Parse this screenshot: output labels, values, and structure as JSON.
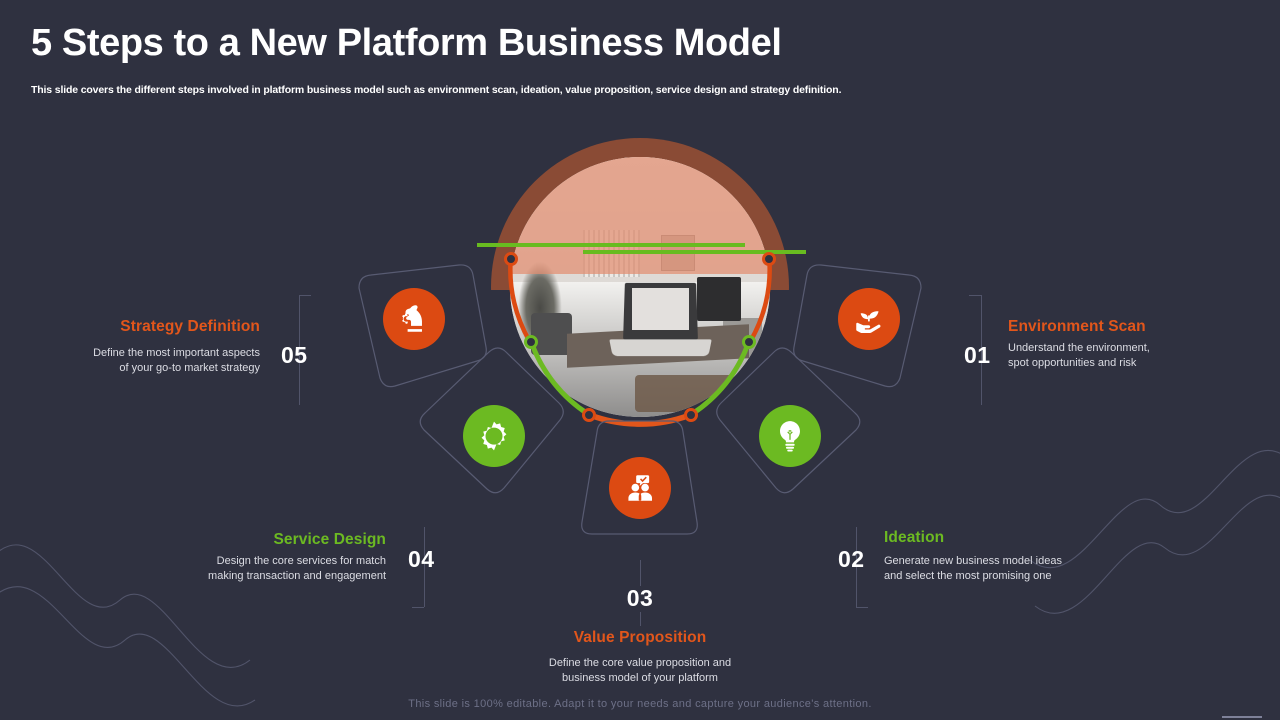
{
  "slide": {
    "title": "5 Steps to a New Platform Business Model",
    "subtitle": "This slide covers the different steps involved in platform business model such as environment scan, ideation, value proposition, service design and strategy definition.",
    "footer": "This slide is 100% editable. Adapt it to your needs and capture your audience's attention."
  },
  "colors": {
    "background": "#2f3140",
    "orange": "#dc4a12",
    "orange_text": "#e2561b",
    "green": "#6cba22",
    "green_line": "#68bb20",
    "ring_back": "#8a4b35",
    "body_text": "#dcdde4",
    "footer_text": "#6d7087",
    "petal_outline": "#585b72"
  },
  "steps": [
    {
      "number": "01",
      "title": "Environment Scan",
      "description": "Understand the environment, spot opportunities and risk",
      "accent": "orange",
      "icon": "hand-holding-plant-icon"
    },
    {
      "number": "02",
      "title": "Ideation",
      "description": "Generate new business model ideas and select the most promising one",
      "accent": "green",
      "icon": "lightbulb-icon"
    },
    {
      "number": "03",
      "title": "Value Proposition",
      "description": "Define the core value proposition and business model of your platform",
      "accent": "orange",
      "icon": "people-speech-bubble-icon"
    },
    {
      "number": "04",
      "title": "Service Design",
      "description": "Design the core services for match making transaction and engagement",
      "accent": "green",
      "icon": "gear-person-icon"
    },
    {
      "number": "05",
      "title": "Strategy Definition",
      "description": "Define the most important aspects of your go-to market strategy",
      "accent": "orange",
      "icon": "chess-knight-gear-icon"
    }
  ],
  "descriptions_lines": {
    "step01": [
      "Understand the environment,",
      "spot opportunities and risk"
    ],
    "step02": [
      "Generate new business model ideas",
      "and select the most promising one"
    ],
    "step03": [
      "Define the core value proposition and",
      "business model of your platform"
    ],
    "step04": [
      "Design the core services for match",
      "making transaction and engagement"
    ],
    "step05": [
      "Define the most important aspects",
      "of your go-to market strategy"
    ]
  },
  "central_image": {
    "description": "office-workspace-photo",
    "shape": "circle"
  }
}
